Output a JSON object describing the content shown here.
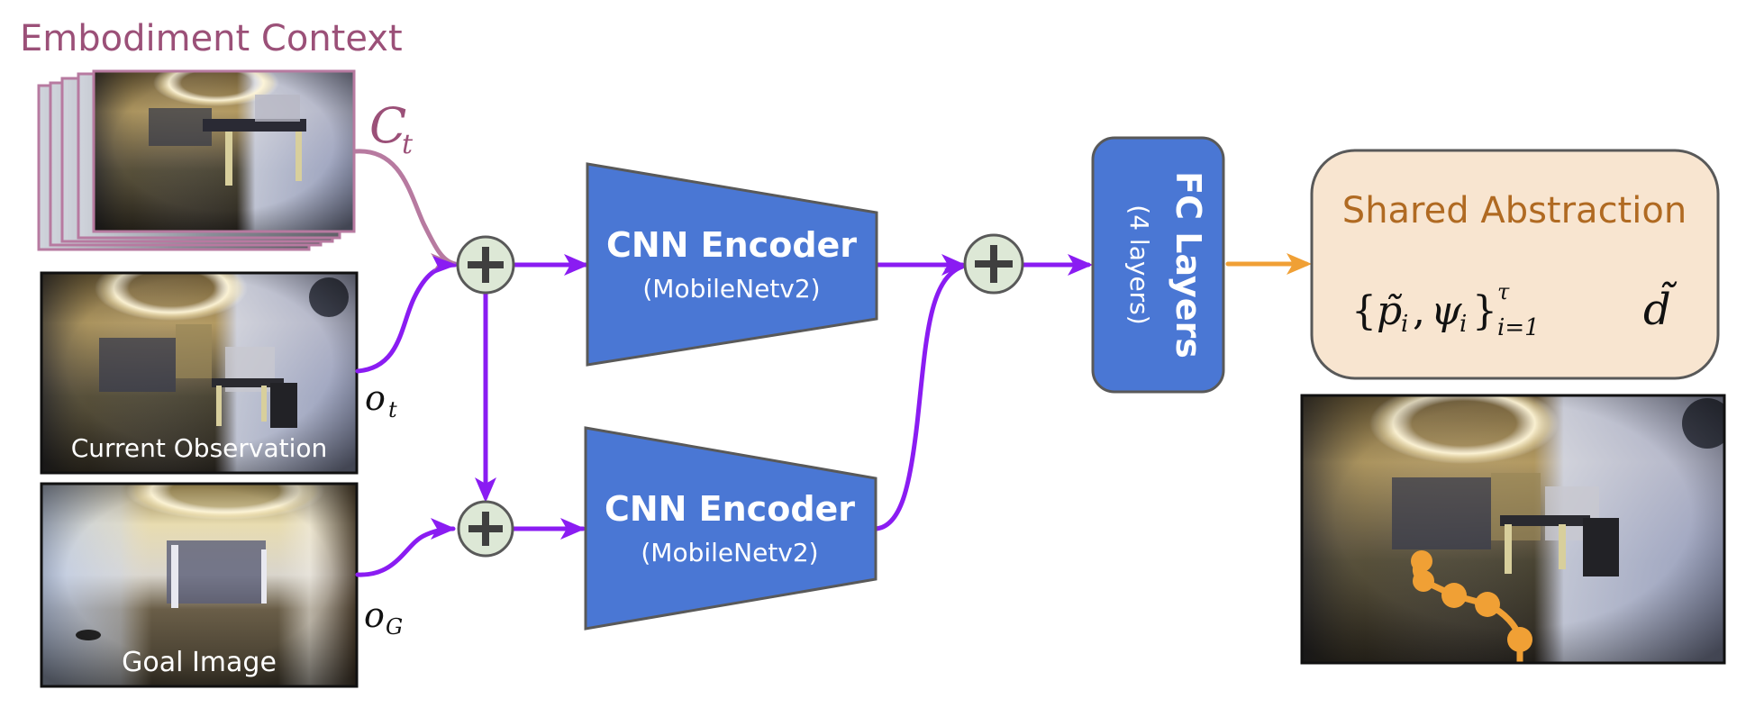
{
  "context": {
    "title": "Embodiment Context",
    "symbol": "C",
    "symbol_sub": "t",
    "frame_count": 5
  },
  "observation": {
    "caption": "Current Observation",
    "symbol": "o",
    "symbol_sub": "t"
  },
  "goal": {
    "caption": "Goal Image",
    "symbol": "o",
    "symbol_sub": "G"
  },
  "encoders": [
    {
      "title": "CNN Encoder",
      "subtitle": "(MobileNetv2)"
    },
    {
      "title": "CNN Encoder",
      "subtitle": "(MobileNetv2)"
    }
  ],
  "fc": {
    "title": "FC Layers",
    "subtitle": "(4 layers)"
  },
  "shared": {
    "title": "Shared Abstraction",
    "formula_open": "{",
    "formula_p": "p̃",
    "formula_i1": "i",
    "formula_comma": ",",
    "formula_psi": "ψ",
    "formula_i2": "i",
    "formula_close": "}",
    "formula_sup": "τ",
    "formula_sub": "i=1",
    "distance_symbol": "d̃"
  },
  "prediction": {
    "waypoint_count": 5
  },
  "colors": {
    "context": "#9b5078",
    "context_arrow": "#b77aa0",
    "flow_arrow": "#8a1cf2",
    "output_arrow": "#f0a035",
    "block_fill": "#4a77d4",
    "block_stroke": "#595959",
    "sum_fill": "#dde8d6",
    "shared_fill": "#f8e5d0",
    "shared_title": "#b06a22",
    "waypoint": "#f0a035"
  }
}
